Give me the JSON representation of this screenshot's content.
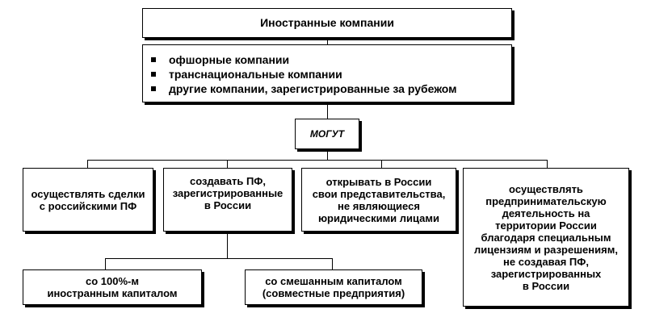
{
  "header": {
    "title": "Иностранные компании"
  },
  "types": {
    "items": [
      "офшорные компании",
      "транснациональные компании",
      "другие компании, зарегистрированные за рубежом"
    ]
  },
  "connector": {
    "label": "МОГУТ"
  },
  "options": {
    "items": [
      {
        "label": "осуществлять сделки\nс российскими ПФ"
      },
      {
        "label": "создавать ПФ,\nзарегистрированные\nв России"
      },
      {
        "label": "открывать в России\nсвои представительства,\nне являющиеся\nюридическими лицами"
      },
      {
        "label": "осуществлять\nпредпринимательскую\nдеятельность на\nтерритории России\nблагодаря специальным\nлицензиям и разрешениям,\nне создавая ПФ,\nзарегистрированных\nв России"
      }
    ]
  },
  "capital": {
    "items": [
      {
        "label": "со 100%-м\nиностранным капиталом"
      },
      {
        "label": "со смешанным капиталом\n(совместные предприятия)"
      }
    ]
  }
}
